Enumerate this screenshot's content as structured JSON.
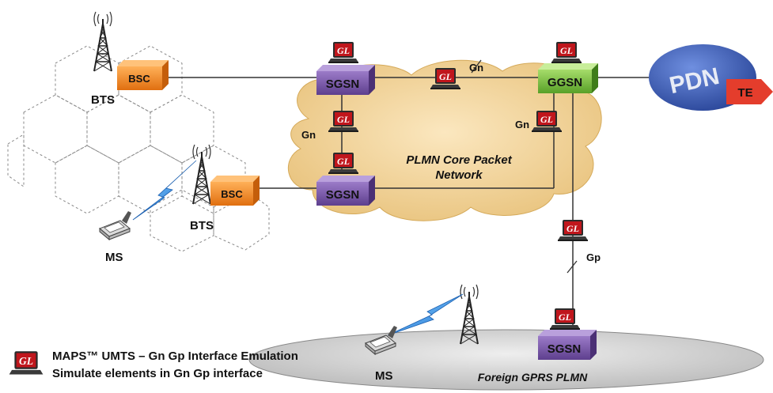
{
  "nodes": {
    "bsc_top": "BSC",
    "bsc_bottom": "BSC",
    "bts_top": "BTS",
    "bts_bottom": "BTS",
    "ms_left": "MS",
    "ms_bottom": "MS",
    "sgsn_top": "SGSN",
    "sgsn_middle": "SGSN",
    "sgsn_foreign": "SGSN",
    "ggsn": "GGSN",
    "pdn": "PDN",
    "te": "TE"
  },
  "interfaces": {
    "gn_top": "Gn",
    "gn_left": "Gn",
    "gn_right": "Gn",
    "gp": "Gp"
  },
  "clouds": {
    "core_line1": "PLMN Core Packet",
    "core_line2": "Network",
    "foreign": "Foreign GPRS PLMN"
  },
  "gl_logo_text": "GL",
  "legend": {
    "line1": "MAPS™  UMTS – Gn Gp Interface Emulation",
    "line2": "Simulate elements in Gn Gp interface"
  },
  "colors": {
    "bsc": "#f08a24",
    "sgsn": "#7b5aa6",
    "ggsn": "#78c041",
    "pdn": "#3b5db5",
    "te": "#e43d2c",
    "cloud": "#f1d49c",
    "foreign_cloud": "#d9d9d9",
    "gl_red": "#c0161c"
  }
}
